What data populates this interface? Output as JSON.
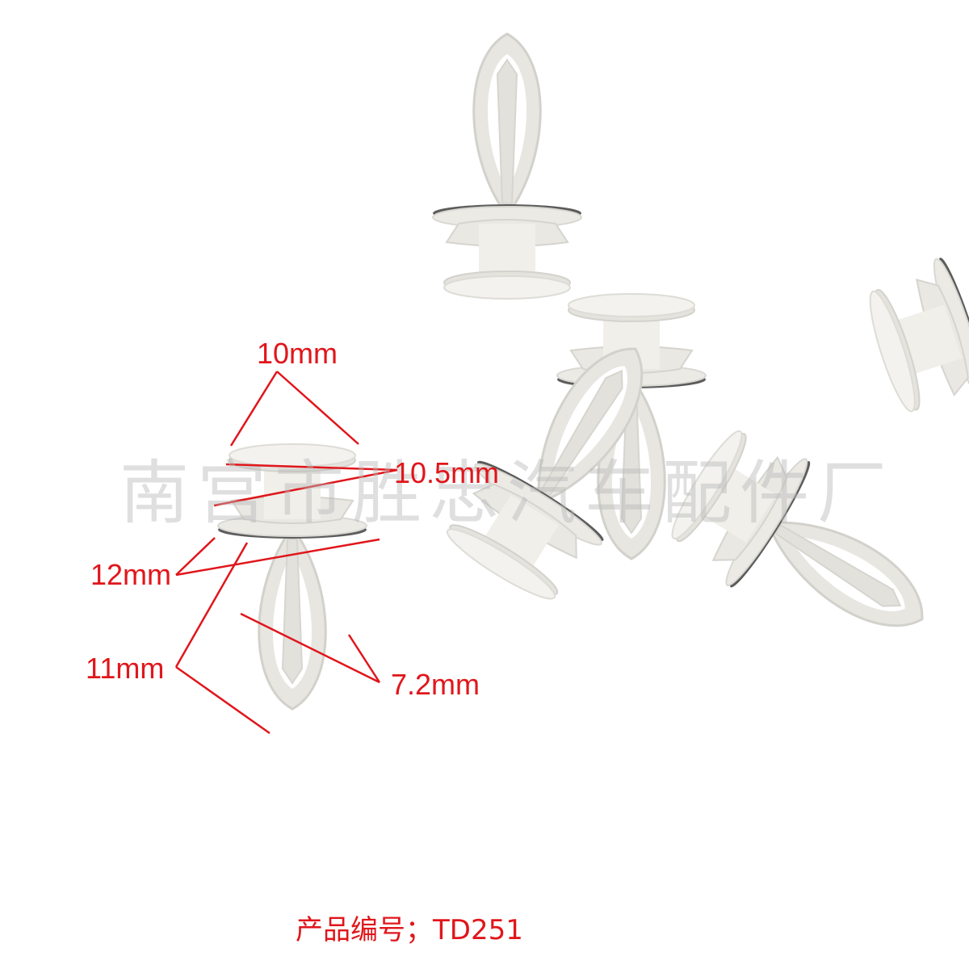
{
  "image": {
    "subject": "white plastic push-type trim clips",
    "clip_count": 6
  },
  "colors": {
    "background": "#ffffff",
    "annotation": "#e0161b",
    "clip_body": "#ecebe6",
    "watermark": "#bdbdbd"
  },
  "dimensions": [
    {
      "id": "head-diameter",
      "label": "10mm"
    },
    {
      "id": "flange-diameter",
      "label": "10.5mm"
    },
    {
      "id": "skirt-diameter",
      "label": "12mm"
    },
    {
      "id": "leg-length",
      "label": "11mm"
    },
    {
      "id": "leg-width",
      "label": "7.2mm"
    }
  ],
  "watermark": {
    "text": "南宫市胜忠汽车配件厂"
  },
  "caption": {
    "text": "产品编号；TD251"
  }
}
